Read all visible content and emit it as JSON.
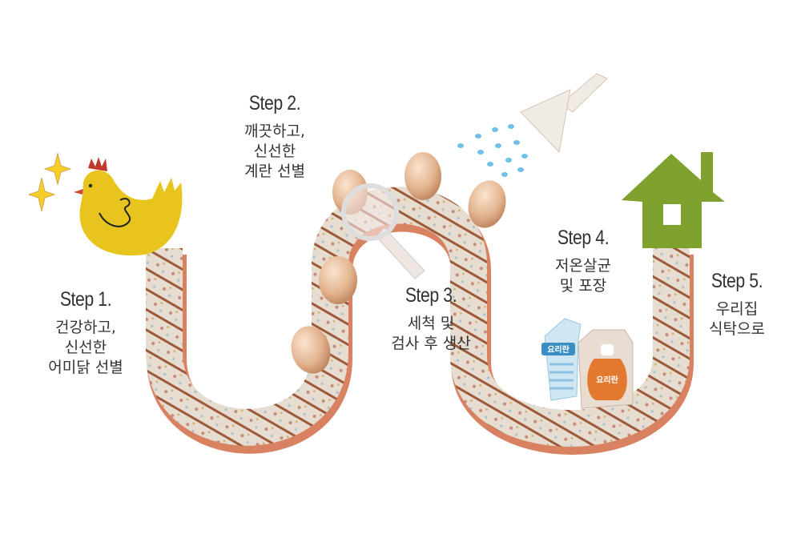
{
  "steps": [
    {
      "title": "Step 1.",
      "lines": [
        "건강하고,",
        "신선한",
        "어미닭 선별"
      ]
    },
    {
      "title": "Step 2.",
      "lines": [
        "깨끗하고,",
        "신선한",
        "계란 선별"
      ]
    },
    {
      "title": "Step 3.",
      "lines": [
        "세척 및",
        "검사 후 생산"
      ]
    },
    {
      "title": "Step 4.",
      "lines": [
        "저온살균",
        "및 포장"
      ]
    },
    {
      "title": "Step 5.",
      "lines": [
        "우리집",
        "식탁으로"
      ]
    }
  ],
  "cartons": {
    "blue_label": "요리란",
    "orange_label": "요리란"
  },
  "colors": {
    "track": "#e6ddd0",
    "track_shadow": "#d98262",
    "stripe": "#9c5a3a",
    "chicken": "#e8c51e",
    "house": "#7fa12e",
    "egg": "#e3b48f"
  }
}
